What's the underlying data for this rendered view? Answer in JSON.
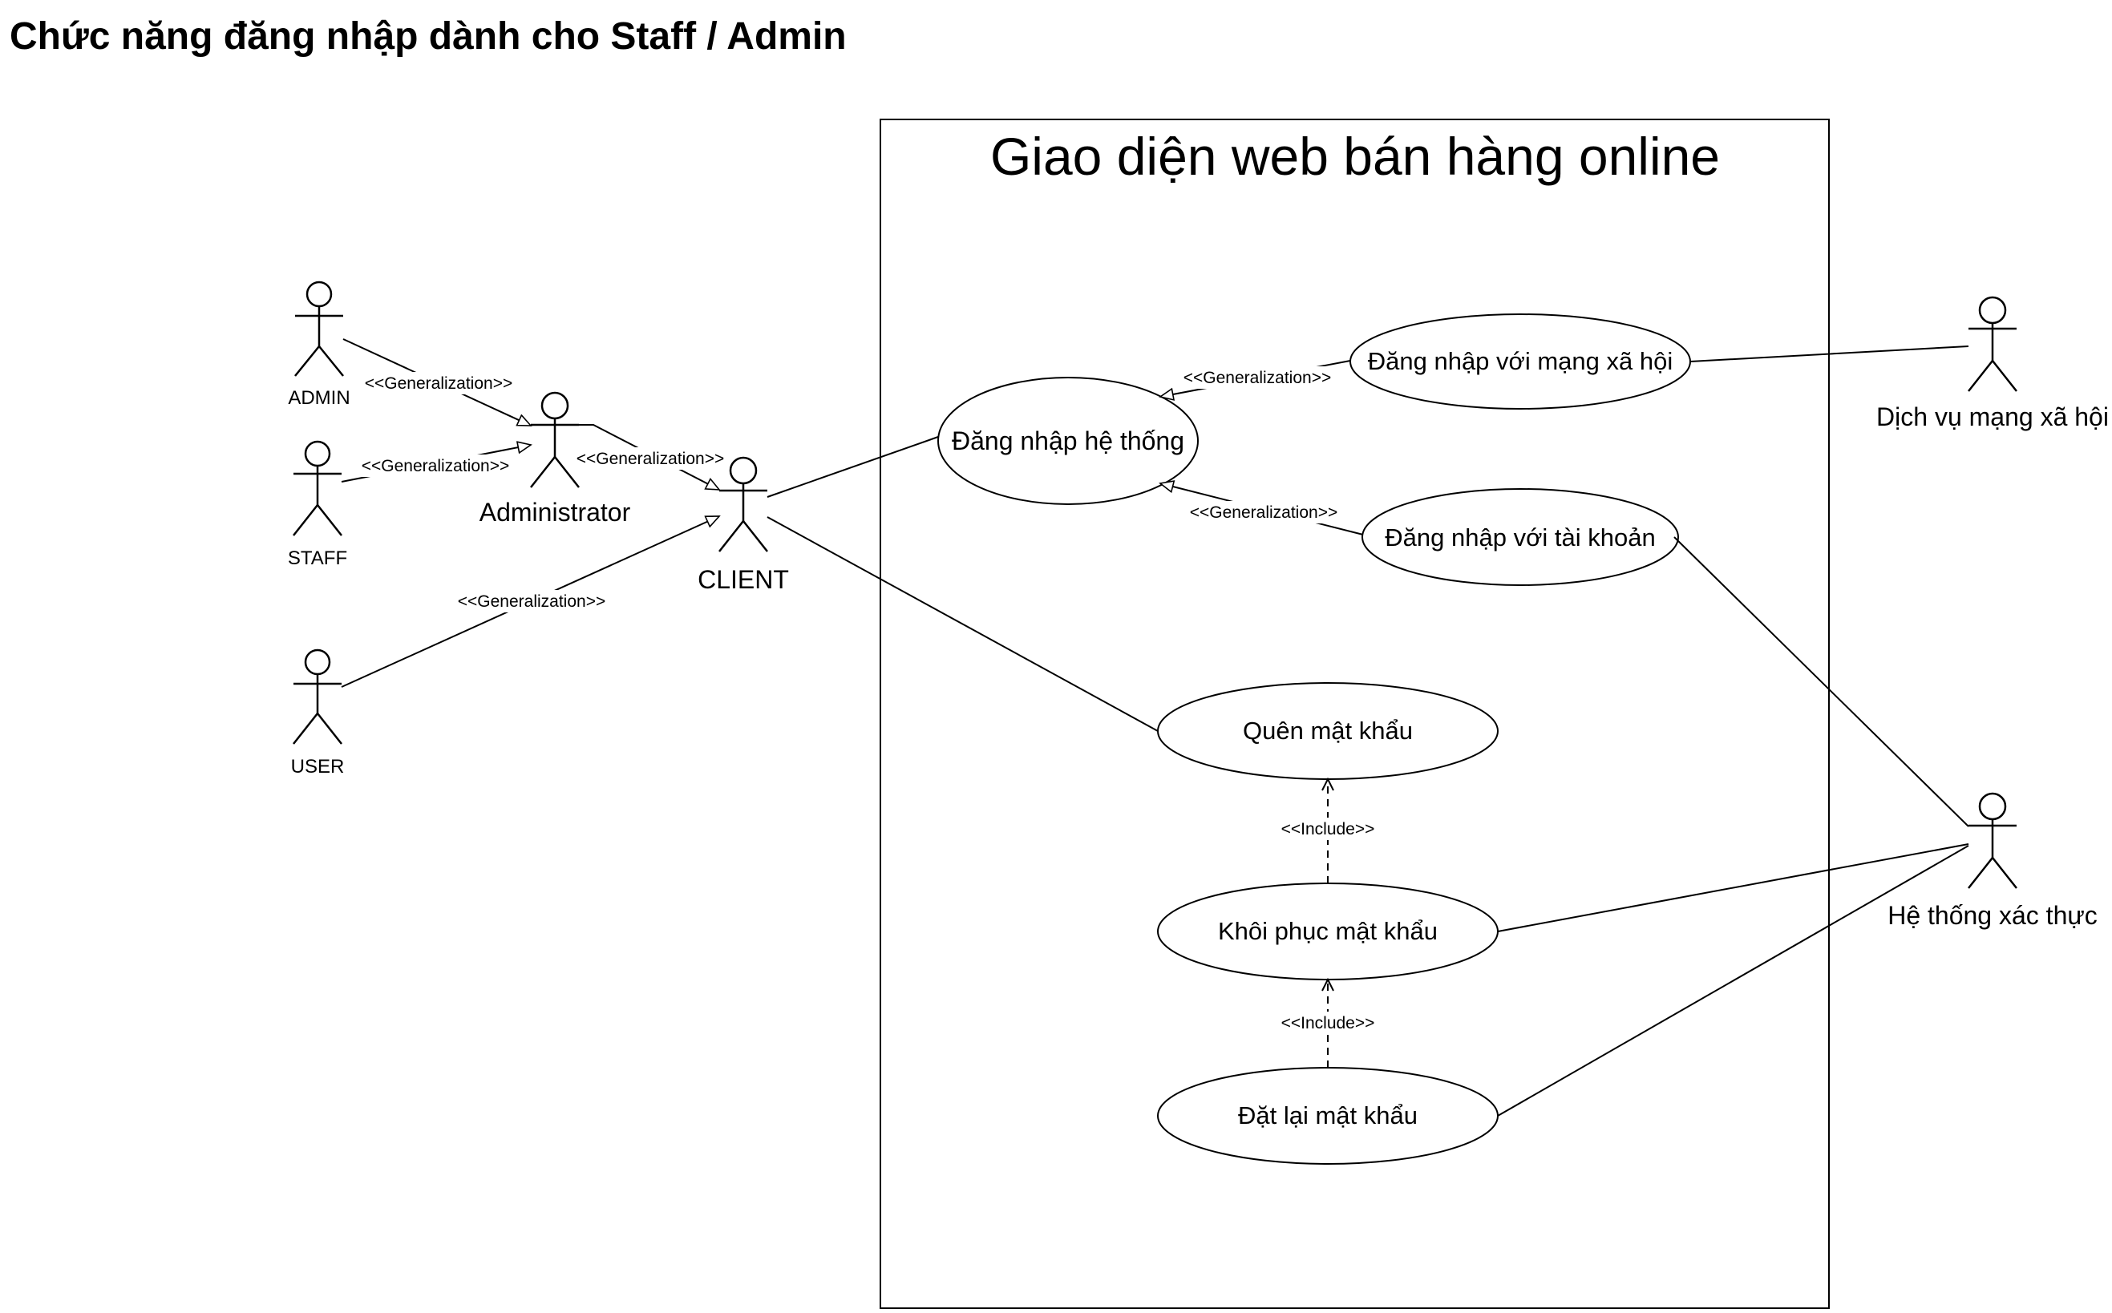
{
  "title": "Chức năng đăng nhập dành cho Staff / Admin",
  "system_boundary": {
    "label": "Giao diện web bán hàng online"
  },
  "actors": {
    "admin": "ADMIN",
    "staff": "STAFF",
    "user": "USER",
    "administrator": "Administrator",
    "client": "CLIENT",
    "social_service": "Dịch vụ mạng xã hội",
    "auth_system": "Hệ thống xác thực"
  },
  "use_cases": {
    "login": "Đăng nhập hệ thống",
    "login_social": "Đăng nhập với mạng xã hội",
    "login_account": "Đăng nhập với tài khoản",
    "forgot_password": "Quên mật khẩu",
    "recover_password": "Khôi phục mật khẩu",
    "reset_password": "Đặt lại mật khẩu"
  },
  "relations": {
    "generalization": "<<Generalization>>",
    "include": "<<Include>>"
  },
  "colors": {
    "stroke": "#000000",
    "background": "#ffffff"
  }
}
